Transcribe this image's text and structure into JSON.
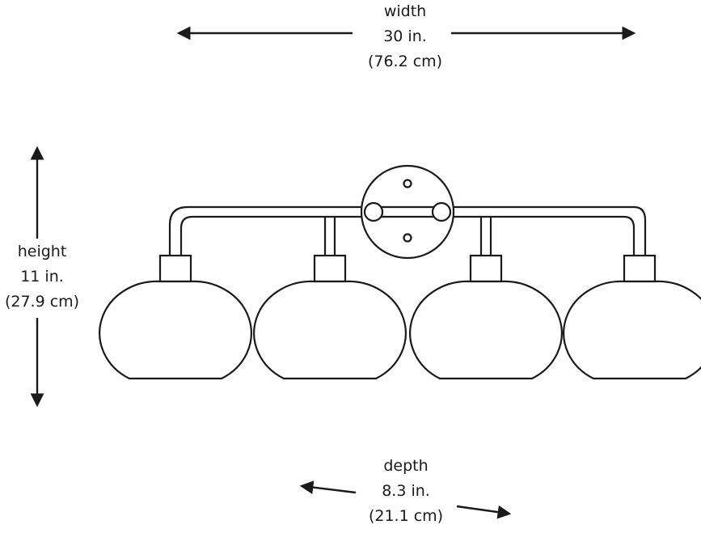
{
  "dimensions": {
    "width": {
      "label": "width",
      "imperial": "30 in.",
      "metric": "(76.2 cm)"
    },
    "height": {
      "label": "height",
      "imperial": "11 in.",
      "metric": "(27.9 cm)"
    },
    "depth": {
      "label": "depth",
      "imperial": "8.3 in.",
      "metric": "(21.1 cm)"
    }
  },
  "fixture": {
    "shade_count": 4,
    "line_color": "#1a1a1a",
    "background_color": "#ffffff"
  }
}
